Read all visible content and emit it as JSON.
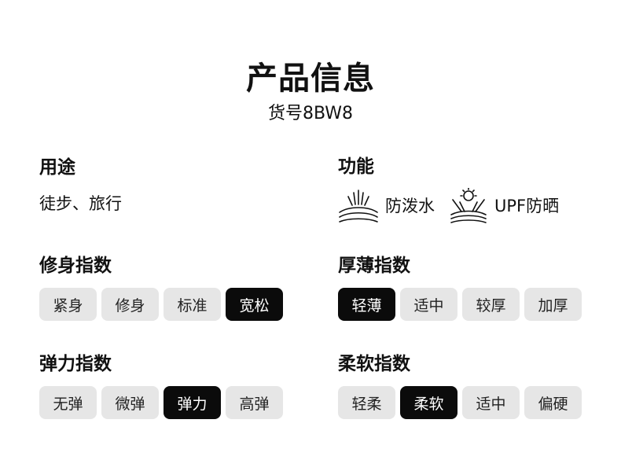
{
  "header": {
    "title": "产品信息",
    "sku": "货号8BW8"
  },
  "usage": {
    "title": "用途",
    "value": "徒步、旅行"
  },
  "function": {
    "title": "功能",
    "items": [
      {
        "label": "防泼水",
        "icon": "water-repellent-icon"
      },
      {
        "label": "UPF防晒",
        "icon": "sun-protection-icon"
      }
    ]
  },
  "fit_index": {
    "title": "修身指数",
    "options": [
      "紧身",
      "修身",
      "标准",
      "宽松"
    ],
    "selected": "宽松"
  },
  "thickness_index": {
    "title": "厚薄指数",
    "options": [
      "轻薄",
      "适中",
      "较厚",
      "加厚"
    ],
    "selected": "轻薄"
  },
  "elasticity_index": {
    "title": "弹力指数",
    "options": [
      "无弹",
      "微弹",
      "弹力",
      "高弹"
    ],
    "selected": "弹力"
  },
  "softness_index": {
    "title": "柔软指数",
    "options": [
      "轻柔",
      "柔软",
      "适中",
      "偏硬"
    ],
    "selected": "柔软"
  },
  "colors": {
    "selected_bg": "#0b0b0b",
    "option_bg": "#e6e6e6",
    "text": "#111111"
  }
}
